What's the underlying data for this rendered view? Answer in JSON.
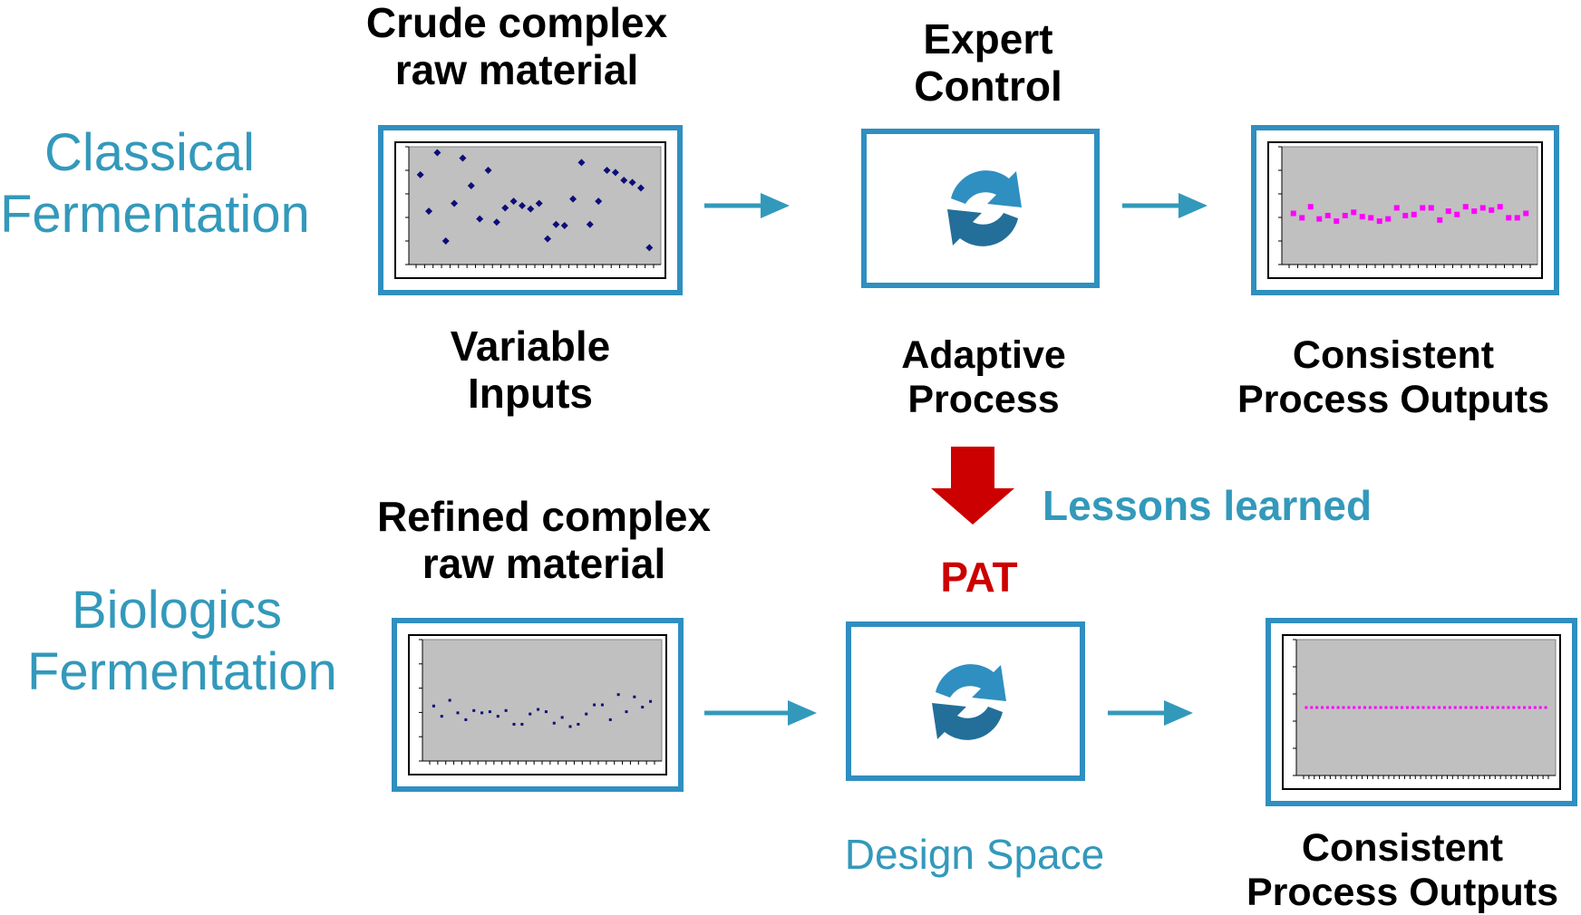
{
  "rows": {
    "classical": {
      "label_line1": "Classical",
      "label_line2": "Fermentation",
      "input_title_line1": "Crude complex",
      "input_title_line2": "raw material",
      "input_caption_line1": "Variable",
      "input_caption_line2": "Inputs",
      "control_title_line1": "Expert",
      "control_title_line2": "Control",
      "control_caption_line1": "Adaptive",
      "control_caption_line2": "Process",
      "output_caption_line1": "Consistent",
      "output_caption_line2": "Process Outputs"
    },
    "biologics": {
      "label_line1": "Biologics",
      "label_line2": "Fermentation",
      "input_title_line1": "Refined complex",
      "input_title_line2": "raw material",
      "control_title": "PAT",
      "control_caption": "Design Space",
      "output_caption_line1": "Consistent",
      "output_caption_line2": "Process Outputs"
    }
  },
  "lessons_label": "Lessons learned",
  "colors": {
    "accent_blue": "#3399bb",
    "frame_blue": "#2f8fc0",
    "plot_bg": "#c0c0c0",
    "input_points": "#0d0d7a",
    "output_points": "#ff00ff",
    "pat_red": "#cc0000"
  },
  "icons": {
    "cycle": "cycle-arrows-icon",
    "flow": "right-arrow-icon",
    "down": "down-arrow-icon"
  },
  "chart_data": [
    {
      "type": "scatter",
      "name": "variable-inputs",
      "y": [
        0.78,
        0.45,
        0.98,
        0.18,
        0.52,
        0.93,
        0.68,
        0.38,
        0.82,
        0.35,
        0.48,
        0.54,
        0.5,
        0.47,
        0.52,
        0.2,
        0.33,
        0.32,
        0.56,
        0.89,
        0.33,
        0.54,
        0.82,
        0.8,
        0.73,
        0.71,
        0.66,
        0.12
      ],
      "ylim": [
        0,
        1
      ]
    },
    {
      "type": "scatter",
      "name": "consistent-outputs-classical",
      "y": [
        0.43,
        0.39,
        0.49,
        0.38,
        0.41,
        0.36,
        0.41,
        0.44,
        0.4,
        0.39,
        0.36,
        0.38,
        0.48,
        0.41,
        0.42,
        0.48,
        0.48,
        0.37,
        0.45,
        0.42,
        0.49,
        0.45,
        0.48,
        0.46,
        0.49,
        0.39,
        0.39,
        0.43
      ],
      "ylim": [
        0,
        1
      ]
    },
    {
      "type": "scatter",
      "name": "refined-inputs",
      "y": [
        0.45,
        0.36,
        0.5,
        0.39,
        0.33,
        0.41,
        0.39,
        0.4,
        0.36,
        0.41,
        0.29,
        0.29,
        0.38,
        0.42,
        0.4,
        0.3,
        0.35,
        0.27,
        0.29,
        0.38,
        0.46,
        0.46,
        0.33,
        0.55,
        0.4,
        0.53,
        0.44,
        0.49
      ],
      "ylim": [
        0,
        1
      ]
    },
    {
      "type": "scatter",
      "name": "consistent-outputs-biologics",
      "y": [
        0.5,
        0.5,
        0.5,
        0.5,
        0.5,
        0.5,
        0.5,
        0.5,
        0.5,
        0.5,
        0.5,
        0.5,
        0.5,
        0.5,
        0.5,
        0.5,
        0.5,
        0.5,
        0.5,
        0.5,
        0.5,
        0.5,
        0.5,
        0.5,
        0.5,
        0.5,
        0.5,
        0.5,
        0.5,
        0.5,
        0.5,
        0.5,
        0.5,
        0.5,
        0.5,
        0.5,
        0.5,
        0.5,
        0.5,
        0.5,
        0.5,
        0.5,
        0.5,
        0.5,
        0.5,
        0.5
      ],
      "ylim": [
        0,
        1
      ]
    }
  ]
}
